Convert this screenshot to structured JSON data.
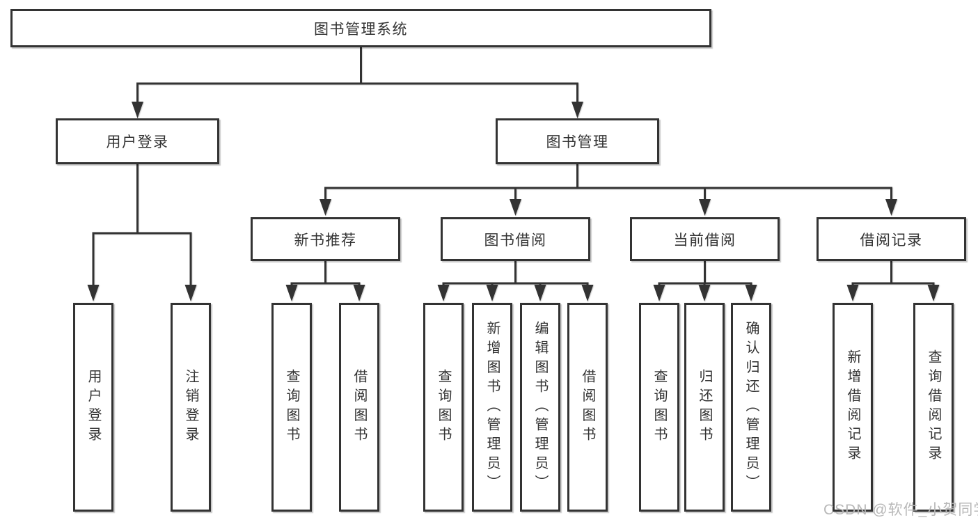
{
  "colors": {
    "line": "#333333",
    "text": "#333333",
    "box_background": "#ffffff",
    "page_background": "#ffffff",
    "watermark": "#b8b8b8"
  },
  "diagram": {
    "root": {
      "label": "图书管理系统"
    },
    "branches": [
      {
        "label": "用户登录",
        "children": [
          {
            "label": "用户登录"
          },
          {
            "label": "注销登录"
          }
        ]
      },
      {
        "label": "图书管理",
        "children": [
          {
            "label": "新书推荐",
            "children": [
              {
                "label": "查询图书"
              },
              {
                "label": "借阅图书"
              }
            ]
          },
          {
            "label": "图书借阅",
            "children": [
              {
                "label": "查询图书"
              },
              {
                "label": "新增图书（管理员）"
              },
              {
                "label": "编辑图书（管理员）"
              },
              {
                "label": "借阅图书"
              }
            ]
          },
          {
            "label": "当前借阅",
            "children": [
              {
                "label": "查询图书"
              },
              {
                "label": "归还图书"
              },
              {
                "label": "确认归还（管理员）"
              }
            ]
          },
          {
            "label": "借阅记录",
            "children": [
              {
                "label": "新增借阅记录"
              },
              {
                "label": "查询借阅记录"
              }
            ]
          }
        ]
      }
    ]
  },
  "watermark": {
    "text": "CSDN @软件_小贺同学"
  }
}
